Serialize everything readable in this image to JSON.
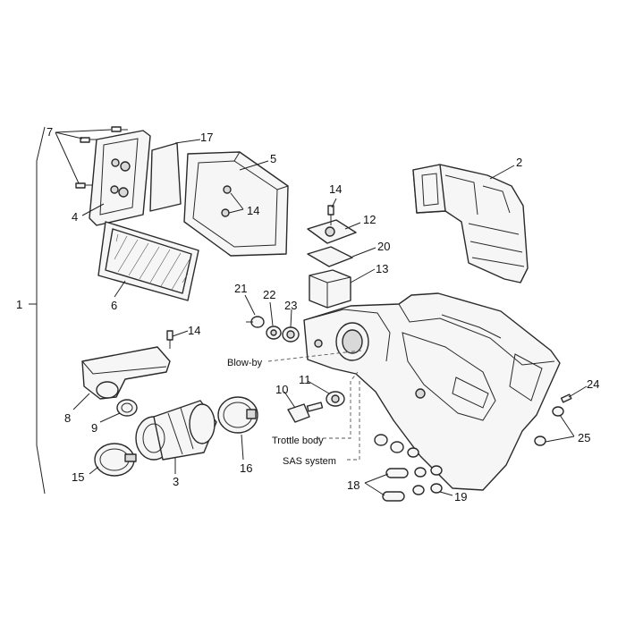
{
  "callouts": {
    "c1": "1",
    "c2": "2",
    "c3": "3",
    "c4": "4",
    "c5": "5",
    "c6": "6",
    "c7": "7",
    "c8": "8",
    "c9": "9",
    "c10": "10",
    "c11": "11",
    "c12": "12",
    "c13": "13",
    "c14a": "14",
    "c14b": "14",
    "c14c": "14",
    "c15": "15",
    "c16": "16",
    "c17": "17",
    "c18": "18",
    "c19": "19",
    "c20": "20",
    "c21": "21",
    "c22": "22",
    "c23": "23",
    "c24": "24",
    "c25": "25"
  },
  "captions": {
    "blow_by": "Blow-by",
    "throttle_body": "Trottle body",
    "sas_system": "SAS system"
  }
}
